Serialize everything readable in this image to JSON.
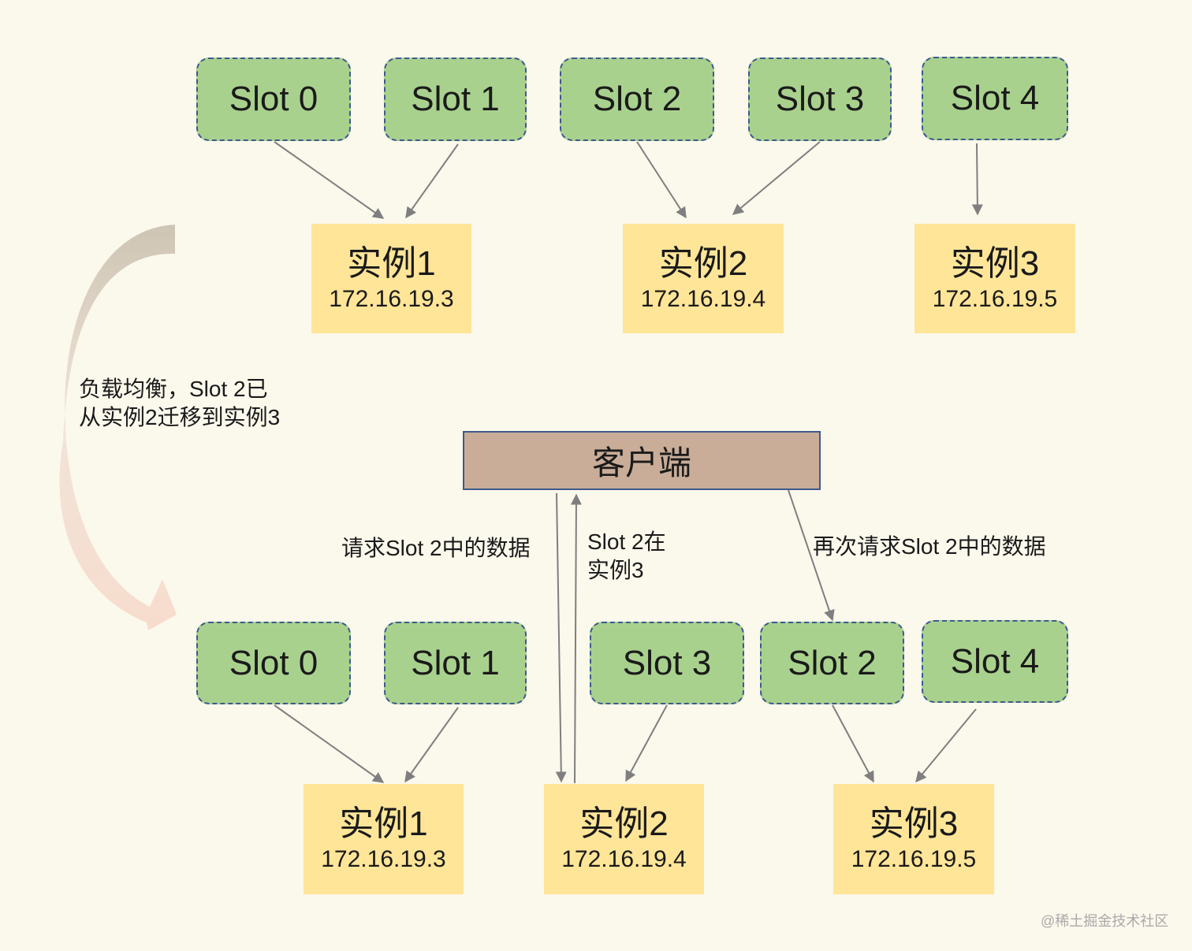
{
  "top": {
    "slots": [
      "Slot 0",
      "Slot 1",
      "Slot 2",
      "Slot 3",
      "Slot 4"
    ],
    "instances": [
      {
        "name": "实例1",
        "ip": "172.16.19.3"
      },
      {
        "name": "实例2",
        "ip": "172.16.19.4"
      },
      {
        "name": "实例3",
        "ip": "172.16.19.5"
      }
    ]
  },
  "migration_note": [
    "负载均衡，Slot 2已",
    "从实例2迁移到实例3"
  ],
  "client": "客户端",
  "requests": {
    "first": "请求Slot 2中的数据",
    "reply": [
      "Slot 2在",
      "实例3"
    ],
    "second": "再次请求Slot 2中的数据"
  },
  "bottom": {
    "slots": [
      "Slot 0",
      "Slot 1",
      "Slot 3",
      "Slot 2",
      "Slot 4"
    ],
    "instances": [
      {
        "name": "实例1",
        "ip": "172.16.19.3"
      },
      {
        "name": "实例2",
        "ip": "172.16.19.4"
      },
      {
        "name": "实例3",
        "ip": "172.16.19.5"
      }
    ]
  },
  "watermark": "@稀土掘金技术社区",
  "colors": {
    "background": "#fbf8ec",
    "slot_fill": "#a9d18e",
    "slot_border": "#3c5a8c",
    "instance_fill": "#ffe598",
    "client_fill": "#c9ad98",
    "arrow": "#7f7f7f"
  }
}
